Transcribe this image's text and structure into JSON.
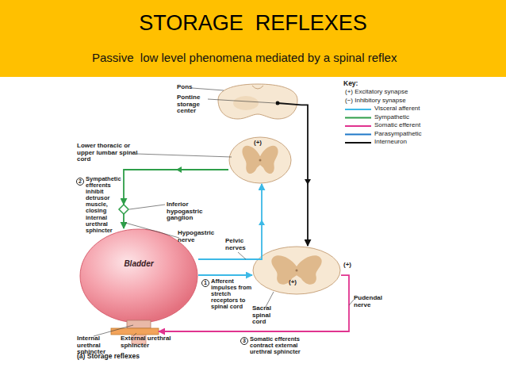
{
  "diagram": {
    "title": "STORAGE  REFLEXES",
    "nodes": [
      {
        "text": [
          "Pons",
          "Pontine storage center"
        ]
      },
      {
        "text": [
          "Lower thoracic or upper lumbar spinal cord"
        ]
      },
      {
        "text": [
          "Bladder"
        ]
      },
      {
        "text": [
          "Internal urethral sphincter"
        ]
      },
      {
        "text": [
          "External urethral sphincter"
        ]
      },
      {
        "text": [
          "Sacral spinal cord"
        ]
      },
      {
        "text": [
          "Inferior hypogastric ganglion"
        ]
      }
    ],
    "edges": [
      {
        "from": 2,
        "to": 1,
        "arrow": "to"
      },
      {
        "from": 2,
        "to": 5,
        "arrow": "to"
      },
      {
        "from": 1,
        "to": 6,
        "arrow": "to"
      },
      {
        "from": 6,
        "to": 2,
        "arrow": "to"
      },
      {
        "from": 0,
        "to": 5,
        "arrow": "to"
      },
      {
        "from": 5,
        "to": 4,
        "arrow": "to"
      }
    ],
    "labels": [
      "Passive  low level phenomena mediated by a spinal reflex",
      "Key:",
      "2",
      "Sympathetic efferents inhibit detrusor muscle, closing internal urethral sphincter",
      "Pelvic nerves",
      "Hypogastric nerve",
      "1",
      "Afferent impulses from stretch receptors to spinal cord",
      "Pudendal nerve",
      "3",
      "Somatic efferents contract external urethral sphincter",
      "(a) Storage reflexes",
      "(+)",
      "(+)",
      "(+)"
    ],
    "legend": [
      {
        "text": "(+) Excitatory synapse"
      },
      {
        "text": "(−) Inhibitory synapse"
      },
      {
        "text": "Visceral afferent"
      },
      {
        "text": "Sympathetic"
      },
      {
        "text": "Somatic efferent"
      },
      {
        "text": "Parasympathetic"
      },
      {
        "text": "Interneuron"
      }
    ]
  }
}
